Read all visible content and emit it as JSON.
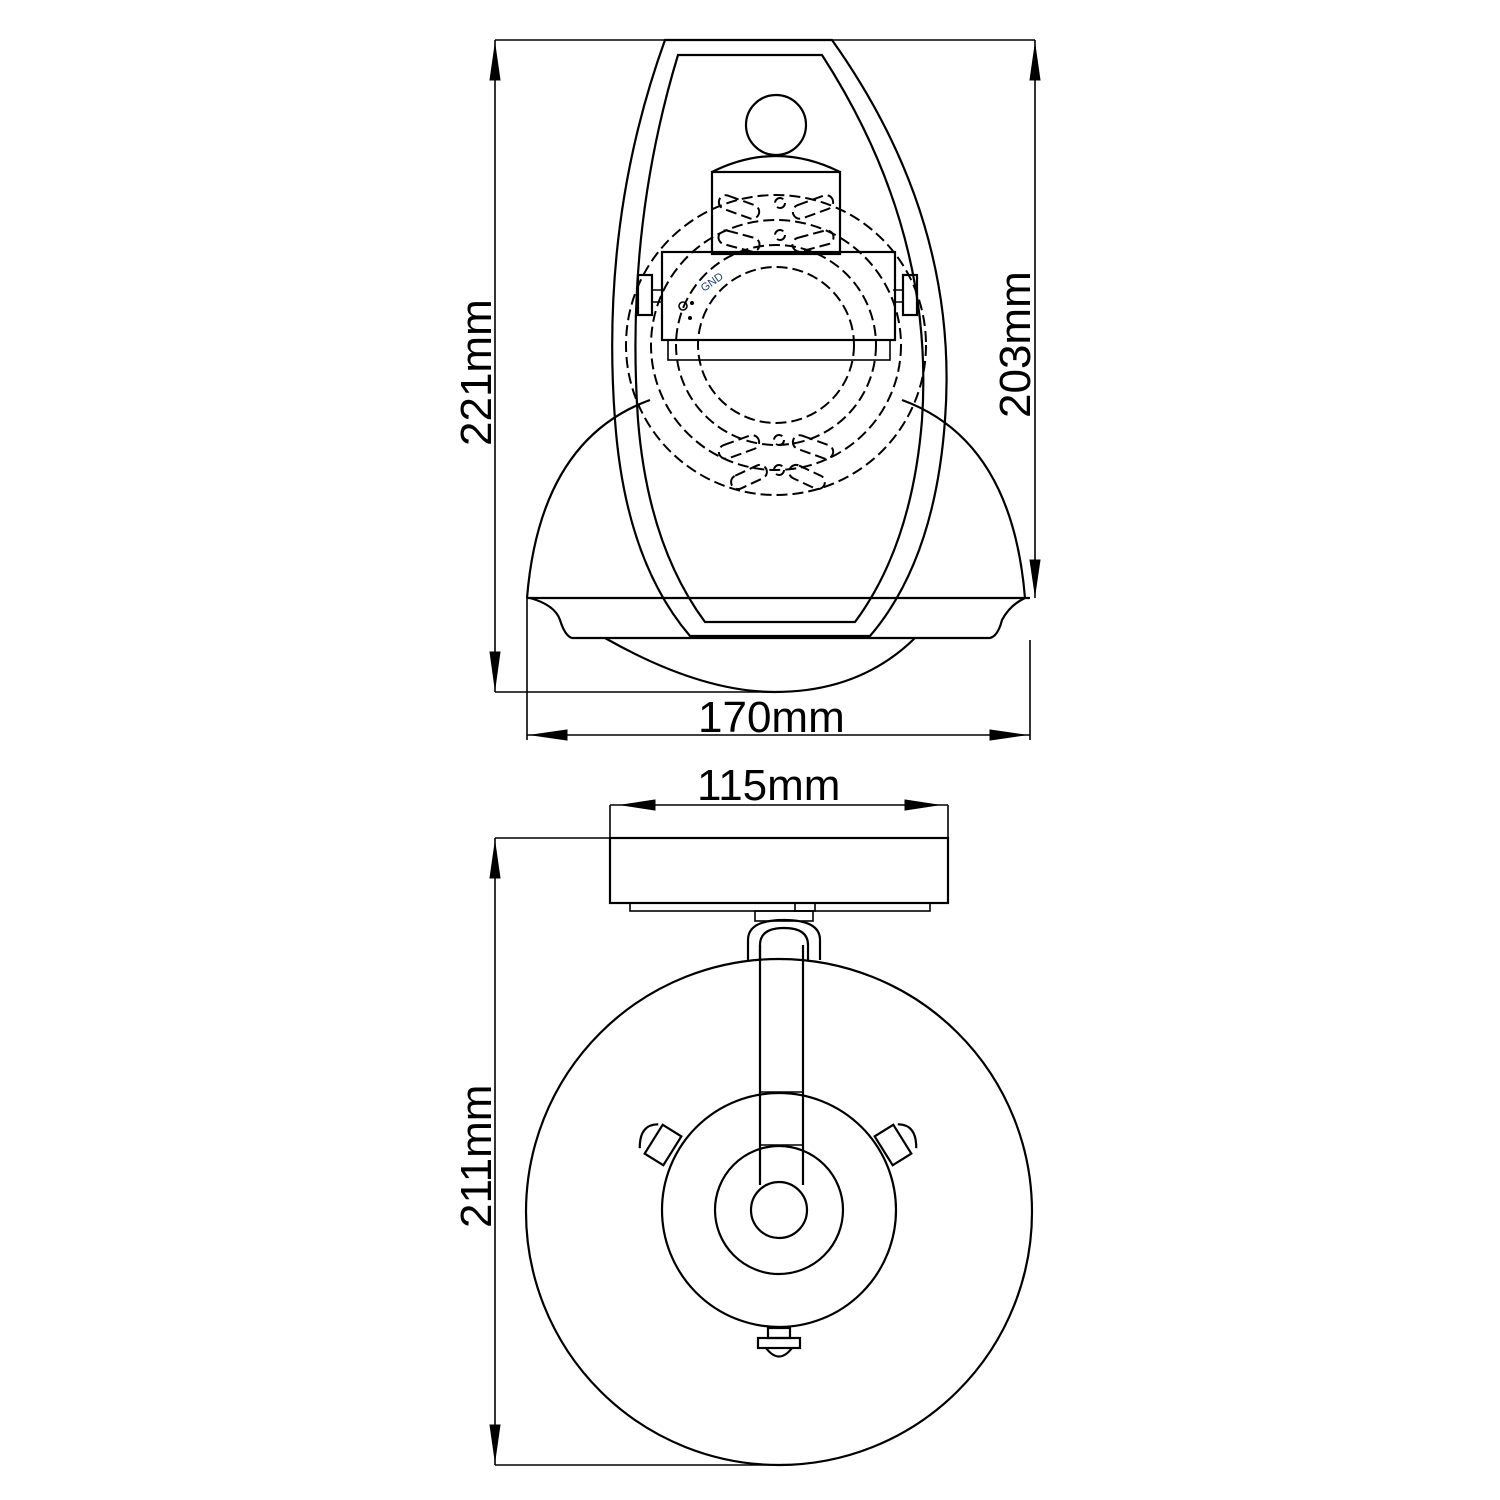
{
  "drawing": {
    "front_view": {
      "dimensions": {
        "height_overall": "221mm",
        "height_backplate": "203mm",
        "width_shade": "170mm"
      },
      "markings": {
        "ground_label": "GND"
      }
    },
    "top_view": {
      "dimensions": {
        "width_backplate": "115mm",
        "projection": "211mm"
      }
    }
  }
}
